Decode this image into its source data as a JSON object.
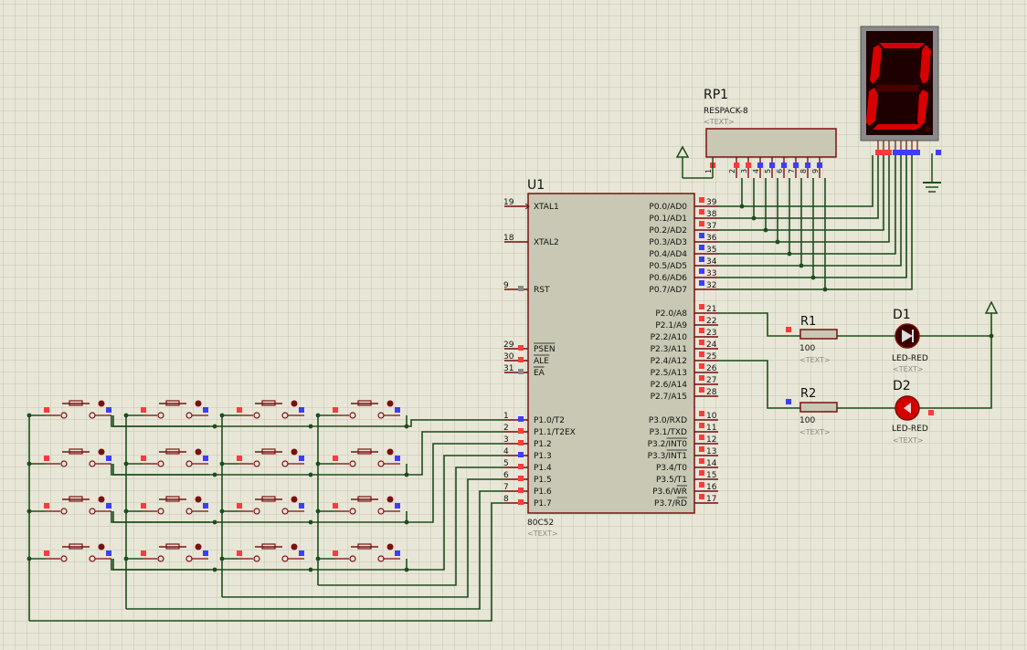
{
  "colors": {
    "background": "#e8e6d6",
    "grid": "#c6c5b5",
    "wire": "#1c4e1c",
    "component_fill": "#c8c8b4",
    "component_outline": "#7a1010",
    "pin": "#7a1010",
    "pin_red": "#ff3a3a",
    "pin_blue": "#3d3dff",
    "pin_gray": "#8a8a8a",
    "label": "#111111",
    "text_placeholder": "#8a8a8a",
    "seg_on": "#d80000",
    "seg_off": "#4a0000",
    "display_body": "#1e0000"
  },
  "u1": {
    "ref": "U1",
    "part": "80C52",
    "text_placeholder": "<TEXT>",
    "left_pins": [
      {
        "num": "19",
        "name": "XTAL1",
        "marker": "none"
      },
      {
        "num": "18",
        "name": "XTAL2",
        "marker": "none"
      },
      {
        "num": "9",
        "name": "RST",
        "marker": "gray"
      },
      {
        "num": "29",
        "name": "PSEN",
        "marker": "red",
        "overline": true
      },
      {
        "num": "30",
        "name": "ALE",
        "marker": "red",
        "overline": true
      },
      {
        "num": "31",
        "name": "EA",
        "marker": "gray",
        "overline": true
      },
      {
        "num": "1",
        "name": "P1.0/T2",
        "marker": "blue"
      },
      {
        "num": "2",
        "name": "P1.1/T2EX",
        "marker": "red"
      },
      {
        "num": "3",
        "name": "P1.2",
        "marker": "red"
      },
      {
        "num": "4",
        "name": "P1.3",
        "marker": "blue"
      },
      {
        "num": "5",
        "name": "P1.4",
        "marker": "red"
      },
      {
        "num": "6",
        "name": "P1.5",
        "marker": "red"
      },
      {
        "num": "7",
        "name": "P1.6",
        "marker": "red"
      },
      {
        "num": "8",
        "name": "P1.7",
        "marker": "red"
      }
    ],
    "right_pins": [
      {
        "num": "39",
        "name": "P0.0/AD0",
        "marker": "red"
      },
      {
        "num": "38",
        "name": "P0.1/AD1",
        "marker": "red"
      },
      {
        "num": "37",
        "name": "P0.2/AD2",
        "marker": "red"
      },
      {
        "num": "36",
        "name": "P0.3/AD3",
        "marker": "blue"
      },
      {
        "num": "35",
        "name": "P0.4/AD4",
        "marker": "blue"
      },
      {
        "num": "34",
        "name": "P0.5/AD5",
        "marker": "blue"
      },
      {
        "num": "33",
        "name": "P0.6/AD6",
        "marker": "blue"
      },
      {
        "num": "32",
        "name": "P0.7/AD7",
        "marker": "blue"
      },
      {
        "num": "21",
        "name": "P2.0/A8",
        "marker": "red"
      },
      {
        "num": "22",
        "name": "P2.1/A9",
        "marker": "red"
      },
      {
        "num": "23",
        "name": "P2.2/A10",
        "marker": "red"
      },
      {
        "num": "24",
        "name": "P2.3/A11",
        "marker": "red"
      },
      {
        "num": "25",
        "name": "P2.4/A12",
        "marker": "red"
      },
      {
        "num": "26",
        "name": "P2.5/A13",
        "marker": "red"
      },
      {
        "num": "27",
        "name": "P2.6/A14",
        "marker": "red"
      },
      {
        "num": "28",
        "name": "P2.7/A15",
        "marker": "red"
      },
      {
        "num": "10",
        "name": "P3.0/RXD",
        "marker": "red"
      },
      {
        "num": "11",
        "name": "P3.1/TXD",
        "marker": "red"
      },
      {
        "num": "12",
        "name": "P3.2/INT0",
        "marker": "red",
        "overline_suffix": "INT0"
      },
      {
        "num": "13",
        "name": "P3.3/INT1",
        "marker": "red",
        "overline_suffix": "INT1"
      },
      {
        "num": "14",
        "name": "P3.4/T0",
        "marker": "red"
      },
      {
        "num": "15",
        "name": "P3.5/T1",
        "marker": "red"
      },
      {
        "num": "16",
        "name": "P3.6/WR",
        "marker": "red",
        "overline_suffix": "WR"
      },
      {
        "num": "17",
        "name": "P3.7/RD",
        "marker": "red",
        "overline_suffix": "RD"
      }
    ]
  },
  "rp1": {
    "ref": "RP1",
    "part": "RESPACK-8",
    "text_placeholder": "<TEXT>",
    "pins": [
      "1",
      "2",
      "3",
      "4",
      "5",
      "6",
      "7",
      "8",
      "9"
    ]
  },
  "r1": {
    "ref": "R1",
    "value": "100",
    "text_placeholder": "<TEXT>"
  },
  "r2": {
    "ref": "R2",
    "value": "100",
    "text_placeholder": "<TEXT>"
  },
  "d1": {
    "ref": "D1",
    "part": "LED-RED",
    "text_placeholder": "<TEXT>",
    "lit": false
  },
  "d2": {
    "ref": "D2",
    "part": "LED-RED",
    "text_placeholder": "<TEXT>",
    "lit": true
  },
  "display": {
    "digit": "1",
    "lit_segments": [
      "a",
      "b",
      "c",
      "d",
      "e",
      "f"
    ]
  },
  "keypad": {
    "rows": 4,
    "cols": 4
  }
}
